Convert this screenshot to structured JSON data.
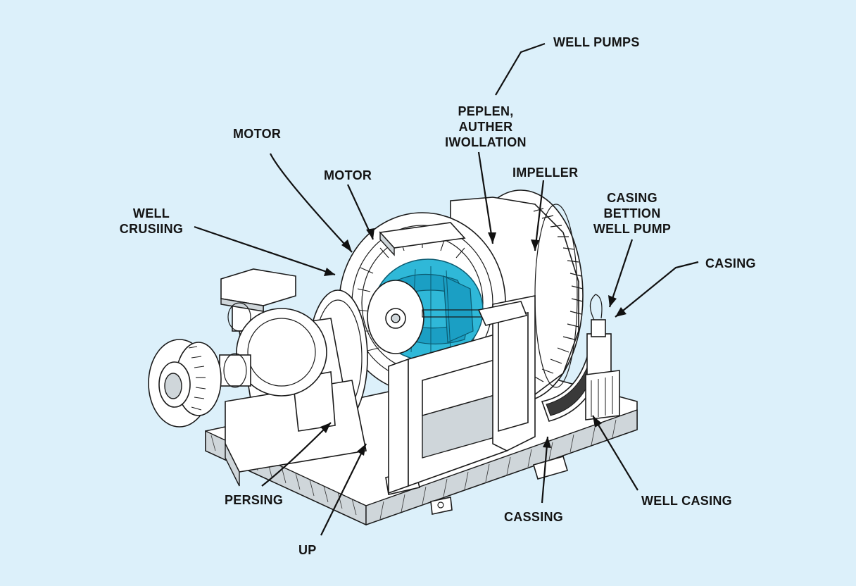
{
  "diagram": {
    "labels": {
      "well_pumps": "WELL PUMPS",
      "peplen_line1": "PEPLEN,",
      "peplen_line2": "AUTHER",
      "peplen_line3": "IWOLLATION",
      "motor_1": "MOTOR",
      "motor_2": "MOTOR",
      "impeller": "IMPELLER",
      "casing_bettion_line1": "CASING",
      "casing_bettion_line2": "BETTION",
      "casing_bettion_line3": "WELL PUMP",
      "well_crusiing_line1": "WELL",
      "well_crusiing_line2": "CRUSIING",
      "casing_right": "CASING",
      "persing": "PERSING",
      "up": "UP",
      "cassing": "CASSING",
      "well_casing": "WELL CASING"
    },
    "colors": {
      "background": "#dcf0fa",
      "accent": "#2fb8d8",
      "ink": "#1a1a1a"
    }
  }
}
